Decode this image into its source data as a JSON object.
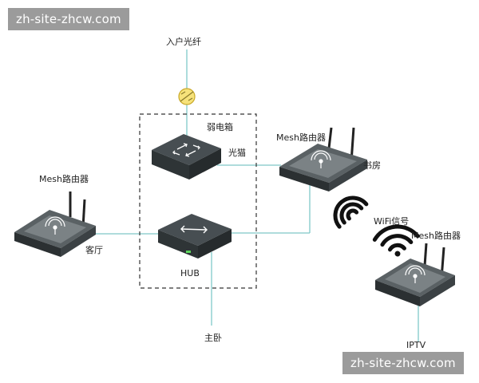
{
  "watermark": {
    "text": "zh-site-zhcw.com"
  },
  "labels": {
    "fiber_in": "入户光纤",
    "weak_box": "弱电箱",
    "modem": "光猫",
    "mesh_study_title": "Mesh路由器",
    "study": "书房",
    "mesh_living_title": "Mesh路由器",
    "living": "客厅",
    "hub": "HUB",
    "wifi_signal": "WiFi信号",
    "mesh_iptv_title": "Mesh路由器",
    "master_bedroom": "主卧",
    "iptv": "IPTV"
  },
  "colors": {
    "link": "#7fc8c8",
    "device_dark": "#2e3436",
    "device_top": "#474e52",
    "device_front": "#262b2d",
    "router_body": "#3b4144",
    "dash": "#333333",
    "watermark_bg": "#9b9b9b"
  },
  "icons": [
    "fiber-connector-icon",
    "network-switch-icon",
    "hub-arrow-icon",
    "router-antenna-icon",
    "wifi-waves-icon"
  ]
}
